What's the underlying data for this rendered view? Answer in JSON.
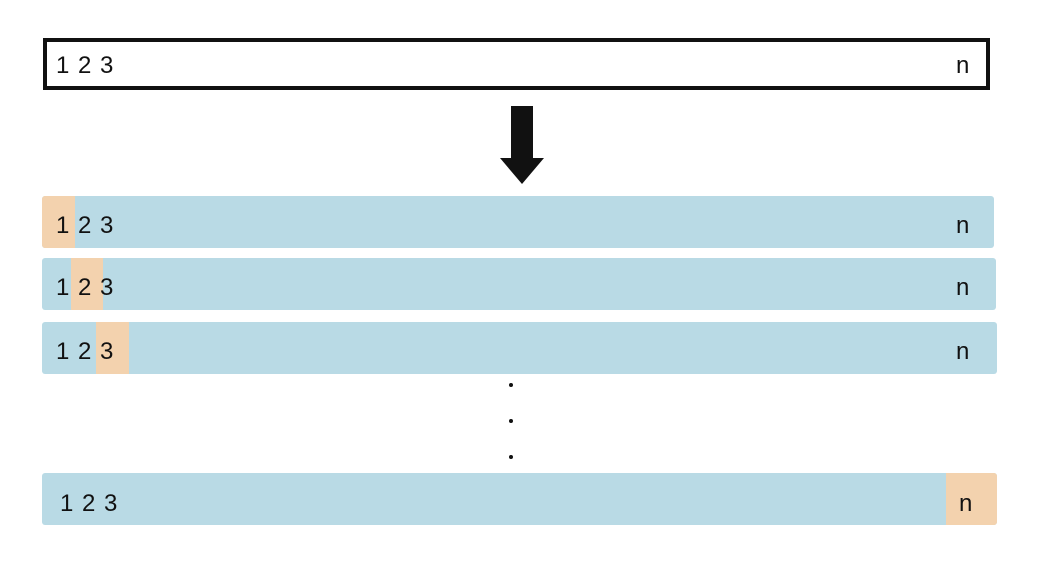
{
  "colors": {
    "row_fill": "#b9dae5",
    "highlight_fill": "#f3d2ae",
    "stroke": "#111111"
  },
  "icons": {
    "arrow": "down-arrow-icon"
  },
  "sequence": {
    "first": "1",
    "second": "2",
    "third": "3",
    "last": "n"
  },
  "rows": [
    {
      "highlighted": "1"
    },
    {
      "highlighted": "2"
    },
    {
      "highlighted": "3"
    },
    {
      "highlighted": "n"
    }
  ],
  "ellipsis": [
    ".",
    ".",
    "."
  ]
}
